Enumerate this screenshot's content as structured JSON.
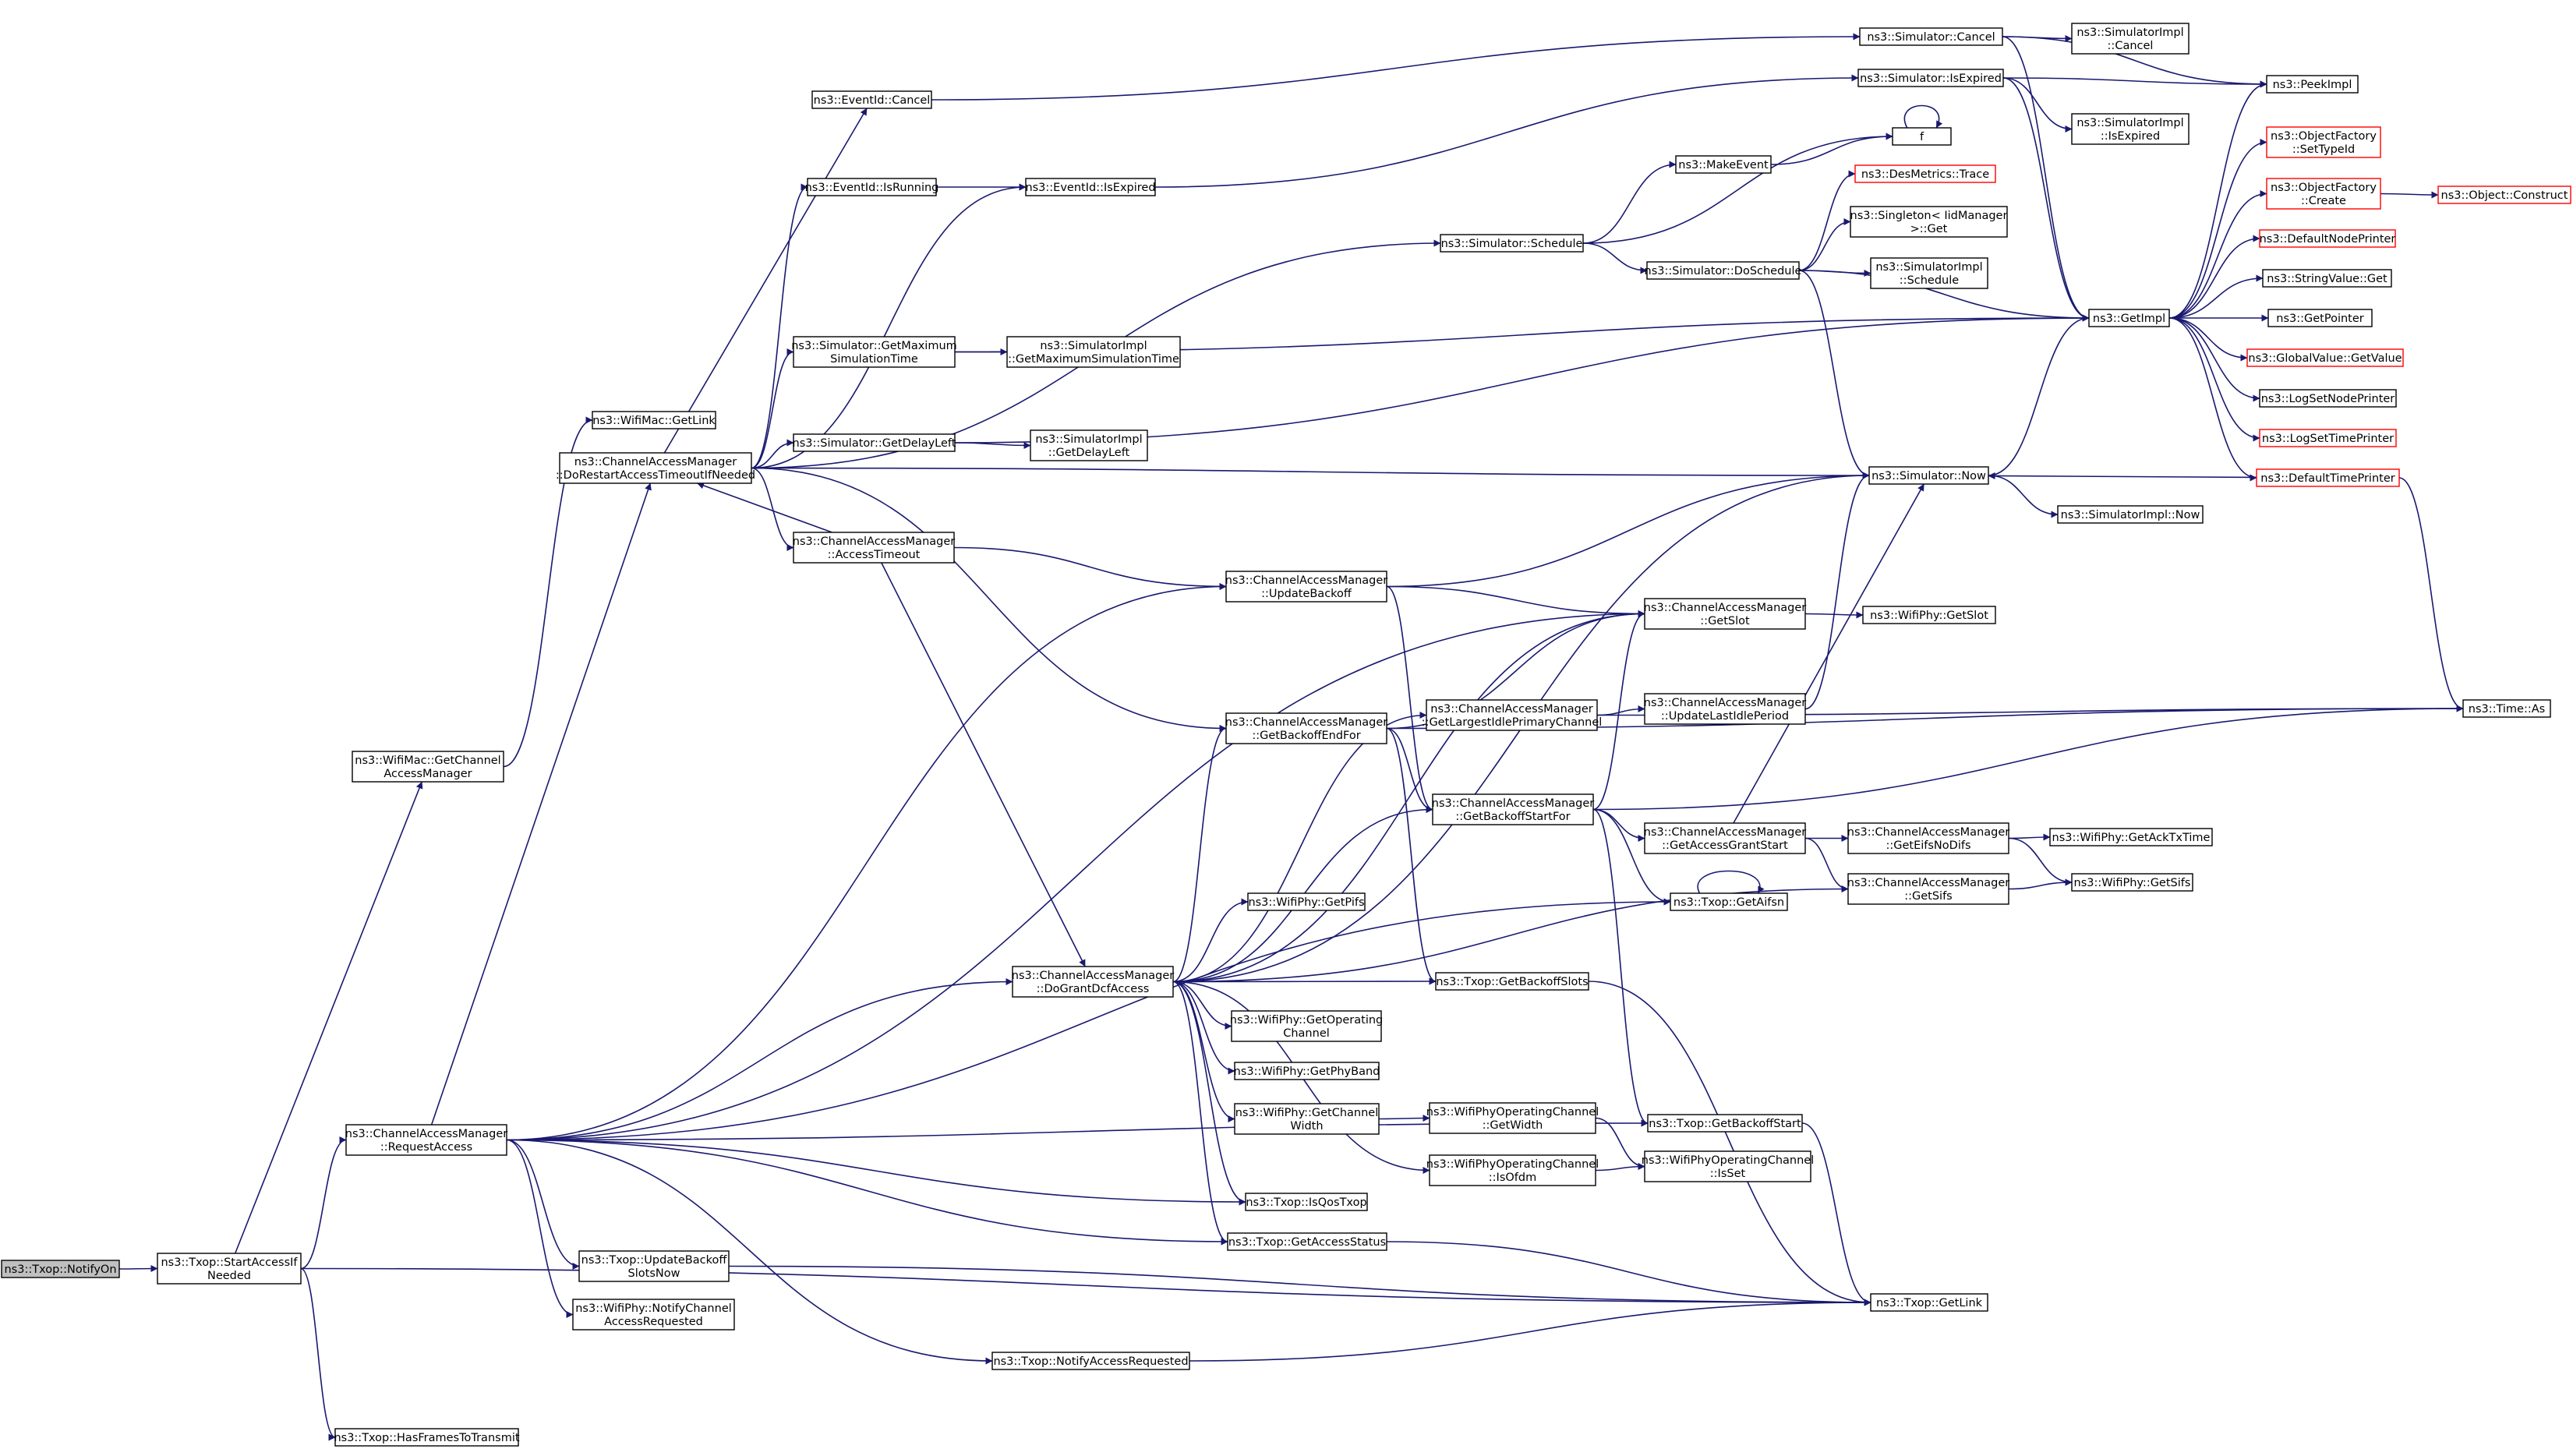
{
  "colors": {
    "edge": "#191970",
    "box_border": "#000000",
    "box_fill": "#ffffff",
    "incomplete_border": "#ff0000",
    "root_fill": "#bfbfbf"
  },
  "nodes": [
    {
      "id": "n_notifyon",
      "name": "node-txop-notifyon",
      "lines": [
        "ns3::Txop::NotifyOn"
      ],
      "style": "root"
    },
    {
      "id": "n_startaccess",
      "name": "node-txop-startaccessifneeded",
      "lines": [
        "ns3::Txop::StartAccessIf",
        "Needed"
      ]
    },
    {
      "id": "n_getchannelaccessmanager",
      "name": "node-wifimac-getchannelaccessmanager",
      "lines": [
        "ns3::WifiMac::GetChannel",
        "AccessManager"
      ]
    },
    {
      "id": "n_requestaccess",
      "name": "node-cam-requestaccess",
      "lines": [
        "ns3::ChannelAccessManager",
        "::RequestAccess"
      ]
    },
    {
      "id": "n_hasframes",
      "name": "node-txop-hasframestotransmit",
      "lines": [
        "ns3::Txop::HasFramesToTransmit"
      ]
    },
    {
      "id": "n_getlinkmac",
      "name": "node-wifimac-getlink",
      "lines": [
        "ns3::WifiMac::GetLink"
      ]
    },
    {
      "id": "n_dorestart",
      "name": "node-cam-dorestartaccesstimeoutifneeded",
      "lines": [
        "ns3::ChannelAccessManager",
        "::DoRestartAccessTimeoutIfNeeded"
      ]
    },
    {
      "id": "n_accesstimeout",
      "name": "node-cam-accesstimeout",
      "lines": [
        "ns3::ChannelAccessManager",
        "::AccessTimeout"
      ]
    },
    {
      "id": "n_dogrant",
      "name": "node-cam-dograntdcfaccess",
      "lines": [
        "ns3::ChannelAccessManager",
        "::DoGrantDcfAccess"
      ]
    },
    {
      "id": "n_updatebackoffslots",
      "name": "node-txop-updatebackoffslotsnow",
      "lines": [
        "ns3::Txop::UpdateBackoff",
        "SlotsNow"
      ]
    },
    {
      "id": "n_notifychannel",
      "name": "node-wifiphy-notifychannelaccessrequested",
      "lines": [
        "ns3::WifiPhy::NotifyChannel",
        "AccessRequested"
      ]
    },
    {
      "id": "n_notifyaccessreq",
      "name": "node-txop-notifyaccessrequested",
      "lines": [
        "ns3::Txop::NotifyAccessRequested"
      ]
    },
    {
      "id": "n_eventcancel",
      "name": "node-eventid-cancel",
      "lines": [
        "ns3::EventId::Cancel"
      ]
    },
    {
      "id": "n_eventisrunning",
      "name": "node-eventid-isrunning",
      "lines": [
        "ns3::EventId::IsRunning"
      ]
    },
    {
      "id": "n_eventisexpired",
      "name": "node-eventid-isexpired",
      "lines": [
        "ns3::EventId::IsExpired"
      ]
    },
    {
      "id": "n_simgetmax",
      "name": "node-simulator-getmaximumsimulationtime",
      "lines": [
        "ns3::Simulator::GetMaximum",
        "SimulationTime"
      ]
    },
    {
      "id": "n_simgetdelay",
      "name": "node-simulator-getdelayleft",
      "lines": [
        "ns3::Simulator::GetDelayLeft"
      ]
    },
    {
      "id": "n_simimplgetmax",
      "name": "node-simulatorimpl-getmaximumsimulationtime",
      "lines": [
        "ns3::SimulatorImpl",
        "::GetMaximumSimulationTime"
      ]
    },
    {
      "id": "n_simimplgetdelay",
      "name": "node-simulatorimpl-getdelayleft",
      "lines": [
        "ns3::SimulatorImpl",
        "::GetDelayLeft"
      ]
    },
    {
      "id": "n_updatebackoff",
      "name": "node-cam-updatebackoff",
      "lines": [
        "ns3::ChannelAccessManager",
        "::UpdateBackoff"
      ]
    },
    {
      "id": "n_getbackoffendfor",
      "name": "node-cam-getbackoffendfor",
      "lines": [
        "ns3::ChannelAccessManager",
        "::GetBackoffEndFor"
      ]
    },
    {
      "id": "n_getpifs",
      "name": "node-wifiphy-getpifs",
      "lines": [
        "ns3::WifiPhy::GetPifs"
      ]
    },
    {
      "id": "n_getoperatingchannel",
      "name": "node-wifiphy-getoperatingchannel",
      "lines": [
        "ns3::WifiPhy::GetOperating",
        "Channel"
      ]
    },
    {
      "id": "n_getphyband",
      "name": "node-wifiphy-getphyband",
      "lines": [
        "ns3::WifiPhy::GetPhyBand"
      ]
    },
    {
      "id": "n_getchannelwidth",
      "name": "node-wifiphy-getchannelwidth",
      "lines": [
        "ns3::WifiPhy::GetChannel",
        "Width"
      ]
    },
    {
      "id": "n_isqostxop",
      "name": "node-txop-isqostxop",
      "lines": [
        "ns3::Txop::IsQosTxop"
      ]
    },
    {
      "id": "n_getaccessstatus",
      "name": "node-txop-getaccessstatus",
      "lines": [
        "ns3::Txop::GetAccessStatus"
      ]
    },
    {
      "id": "n_simschedule",
      "name": "node-simulator-schedule",
      "lines": [
        "ns3::Simulator::Schedule"
      ]
    },
    {
      "id": "n_getlargestidle",
      "name": "node-cam-getlargestidleprimarychannel",
      "lines": [
        "ns3::ChannelAccessManager",
        "::GetLargestIdlePrimaryChannel"
      ]
    },
    {
      "id": "n_getbackoffstartfor",
      "name": "node-cam-getbackoffstartfor",
      "lines": [
        "ns3::ChannelAccessManager",
        "::GetBackoffStartFor"
      ]
    },
    {
      "id": "n_getbackoffslots",
      "name": "node-txop-getbackoffslots",
      "lines": [
        "ns3::Txop::GetBackoffSlots"
      ]
    },
    {
      "id": "n_opchgetwidth",
      "name": "node-wifiphyoperatingchannel-getwidth",
      "lines": [
        "ns3::WifiPhyOperatingChannel",
        "::GetWidth"
      ]
    },
    {
      "id": "n_opchisofdm",
      "name": "node-wifiphyoperatingchannel-isofdm",
      "lines": [
        "ns3::WifiPhyOperatingChannel",
        "::IsOfdm"
      ]
    },
    {
      "id": "n_simcancel",
      "name": "node-simulator-cancel",
      "lines": [
        "ns3::Simulator::Cancel"
      ]
    },
    {
      "id": "n_simisexpired",
      "name": "node-simulator-isexpired",
      "lines": [
        "ns3::Simulator::IsExpired"
      ]
    },
    {
      "id": "n_makeevent",
      "name": "node-makeevent",
      "lines": [
        "ns3::MakeEvent"
      ]
    },
    {
      "id": "n_desmetrics",
      "name": "node-desmetrics-trace",
      "lines": [
        "ns3::DesMetrics::Trace"
      ],
      "style": "incomplete"
    },
    {
      "id": "n_singleton",
      "name": "node-singleton-getidmanager",
      "lines": [
        "ns3::Singleton< IidManager",
        " >::Get"
      ]
    },
    {
      "id": "n_simdoschedule",
      "name": "node-simulator-doschedule",
      "lines": [
        "ns3::Simulator::DoSchedule"
      ]
    },
    {
      "id": "n_simimplschedule",
      "name": "node-simulatorimpl-schedule",
      "lines": [
        "ns3::SimulatorImpl",
        "::Schedule"
      ]
    },
    {
      "id": "n_f",
      "name": "node-f",
      "lines": [
        "f"
      ]
    },
    {
      "id": "n_simnow",
      "name": "node-simulator-now",
      "lines": [
        "ns3::Simulator::Now"
      ]
    },
    {
      "id": "n_simimplnow",
      "name": "node-simulatorimpl-now",
      "lines": [
        "ns3::SimulatorImpl::Now"
      ]
    },
    {
      "id": "n_getslot",
      "name": "node-cam-getslot",
      "lines": [
        "ns3::ChannelAccessManager",
        "::GetSlot"
      ]
    },
    {
      "id": "n_wifiphygetslot",
      "name": "node-wifiphy-getslot",
      "lines": [
        "ns3::WifiPhy::GetSlot"
      ]
    },
    {
      "id": "n_updatelastidle",
      "name": "node-cam-updatelastidleperiod",
      "lines": [
        "ns3::ChannelAccessManager",
        "::UpdateLastIdlePeriod"
      ]
    },
    {
      "id": "n_getaccessgrantstart",
      "name": "node-cam-getaccessgrantstart",
      "lines": [
        "ns3::ChannelAccessManager",
        "::GetAccessGrantStart"
      ]
    },
    {
      "id": "n_getaifsn",
      "name": "node-txop-getaifsn",
      "lines": [
        "ns3::Txop::GetAifsn"
      ]
    },
    {
      "id": "n_geteifsnodifs",
      "name": "node-cam-geteifsnodifs",
      "lines": [
        "ns3::ChannelAccessManager",
        "::GetEifsNoDifs"
      ]
    },
    {
      "id": "n_getsifscam",
      "name": "node-cam-getsifs",
      "lines": [
        "ns3::ChannelAccessManager",
        "::GetSifs"
      ]
    },
    {
      "id": "n_getbackoffstart",
      "name": "node-txop-getbackoffstart",
      "lines": [
        "ns3::Txop::GetBackoffStart"
      ]
    },
    {
      "id": "n_opchisset",
      "name": "node-wifiphyoperatingchannel-isset",
      "lines": [
        "ns3::WifiPhyOperatingChannel",
        "::IsSet"
      ]
    },
    {
      "id": "n_txopgetlink",
      "name": "node-txop-getlink",
      "lines": [
        "ns3::Txop::GetLink"
      ]
    },
    {
      "id": "n_simimplcancel",
      "name": "node-simulatorimpl-cancel",
      "lines": [
        "ns3::SimulatorImpl",
        "::Cancel"
      ]
    },
    {
      "id": "n_simimplisexpired",
      "name": "node-simulatorimpl-isexpired",
      "lines": [
        "ns3::SimulatorImpl",
        "::IsExpired"
      ]
    },
    {
      "id": "n_getimpl",
      "name": "node-getimpl",
      "lines": [
        "ns3::GetImpl"
      ]
    },
    {
      "id": "n_getacktxtime",
      "name": "node-wifiphy-getacktxtime",
      "lines": [
        "ns3::WifiPhy::GetAckTxTime"
      ]
    },
    {
      "id": "n_wifiphygetsifs",
      "name": "node-wifiphy-getsifs",
      "lines": [
        "ns3::WifiPhy::GetSifs"
      ]
    },
    {
      "id": "n_peekimpl",
      "name": "node-peekimpl",
      "lines": [
        "ns3::PeekImpl"
      ]
    },
    {
      "id": "n_ofsettypeid",
      "name": "node-objectfactory-settypeid",
      "lines": [
        "ns3::ObjectFactory",
        "::SetTypeId"
      ],
      "style": "incomplete"
    },
    {
      "id": "n_ofcreate",
      "name": "node-objectfactory-create",
      "lines": [
        "ns3::ObjectFactory",
        "::Create"
      ],
      "style": "incomplete"
    },
    {
      "id": "n_objconstruct",
      "name": "node-object-construct",
      "lines": [
        "ns3::Object::Construct"
      ],
      "style": "incomplete"
    },
    {
      "id": "n_defaultnodeprinter",
      "name": "node-defaultnodeprinter",
      "lines": [
        "ns3::DefaultNodePrinter"
      ],
      "style": "incomplete"
    },
    {
      "id": "n_stringvalueget",
      "name": "node-stringvalue-get",
      "lines": [
        "ns3::StringValue::Get"
      ]
    },
    {
      "id": "n_getpointer",
      "name": "node-getpointer",
      "lines": [
        "ns3::GetPointer"
      ]
    },
    {
      "id": "n_globalvalue",
      "name": "node-globalvalue-getvalue",
      "lines": [
        "ns3::GlobalValue::GetValue"
      ],
      "style": "incomplete"
    },
    {
      "id": "n_logsetnode",
      "name": "node-logsetnodeprinter",
      "lines": [
        "ns3::LogSetNodePrinter"
      ]
    },
    {
      "id": "n_logsettime",
      "name": "node-logsettimeprinter",
      "lines": [
        "ns3::LogSetTimePrinter"
      ],
      "style": "incomplete"
    },
    {
      "id": "n_defaulttimeprinter",
      "name": "node-defaulttimeprinter",
      "lines": [
        "ns3::DefaultTimePrinter"
      ],
      "style": "incomplete"
    },
    {
      "id": "n_timeas",
      "name": "node-time-as",
      "lines": [
        "ns3::Time::As"
      ]
    }
  ],
  "edges": [
    [
      "n_notifyon",
      "n_startaccess"
    ],
    [
      "n_startaccess",
      "n_getchannelaccessmanager"
    ],
    [
      "n_startaccess",
      "n_requestaccess"
    ],
    [
      "n_startaccess",
      "n_hasframes"
    ],
    [
      "n_startaccess",
      "n_txopgetlink"
    ],
    [
      "n_getchannelaccessmanager",
      "n_getlinkmac"
    ],
    [
      "n_requestaccess",
      "n_dorestart"
    ],
    [
      "n_requestaccess",
      "n_dogrant"
    ],
    [
      "n_requestaccess",
      "n_updatebackoff"
    ],
    [
      "n_requestaccess",
      "n_getslot"
    ],
    [
      "n_requestaccess",
      "n_getaifsn"
    ],
    [
      "n_requestaccess",
      "n_getbackoffstart"
    ],
    [
      "n_requestaccess",
      "n_isqostxop"
    ],
    [
      "n_requestaccess",
      "n_getaccessstatus"
    ],
    [
      "n_requestaccess",
      "n_updatebackoffslots"
    ],
    [
      "n_requestaccess",
      "n_notifychannel"
    ],
    [
      "n_requestaccess",
      "n_notifyaccessreq"
    ],
    [
      "n_updatebackoffslots",
      "n_txopgetlink"
    ],
    [
      "n_notifyaccessreq",
      "n_txopgetlink"
    ],
    [
      "n_dorestart",
      "n_eventcancel"
    ],
    [
      "n_dorestart",
      "n_eventisrunning"
    ],
    [
      "n_dorestart",
      "n_eventisexpired"
    ],
    [
      "n_dorestart",
      "n_simschedule"
    ],
    [
      "n_dorestart",
      "n_simgetmax"
    ],
    [
      "n_dorestart",
      "n_simgetdelay"
    ],
    [
      "n_dorestart",
      "n_simnow"
    ],
    [
      "n_dorestart",
      "n_accesstimeout"
    ],
    [
      "n_dorestart",
      "n_getbackoffendfor"
    ],
    [
      "n_accesstimeout",
      "n_dorestart"
    ],
    [
      "n_accesstimeout",
      "n_updatebackoff"
    ],
    [
      "n_accesstimeout",
      "n_dogrant"
    ],
    [
      "n_eventcancel",
      "n_simcancel"
    ],
    [
      "n_eventisrunning",
      "n_eventisexpired"
    ],
    [
      "n_eventisexpired",
      "n_simisexpired"
    ],
    [
      "n_simgetmax",
      "n_simimplgetmax"
    ],
    [
      "n_simgetmax",
      "n_getimpl"
    ],
    [
      "n_simgetdelay",
      "n_simimplgetdelay"
    ],
    [
      "n_simgetdelay",
      "n_getimpl"
    ],
    [
      "n_simschedule",
      "n_makeevent"
    ],
    [
      "n_simschedule",
      "n_simdoschedule"
    ],
    [
      "n_simschedule",
      "n_f"
    ],
    [
      "n_makeevent",
      "n_f"
    ],
    [
      "n_f",
      "n_f"
    ],
    [
      "n_simdoschedule",
      "n_desmetrics"
    ],
    [
      "n_simdoschedule",
      "n_singleton"
    ],
    [
      "n_simdoschedule",
      "n_simimplschedule"
    ],
    [
      "n_simdoschedule",
      "n_getimpl"
    ],
    [
      "n_simdoschedule",
      "n_simnow"
    ],
    [
      "n_simcancel",
      "n_simimplcancel"
    ],
    [
      "n_simcancel",
      "n_peekimpl"
    ],
    [
      "n_simcancel",
      "n_getimpl"
    ],
    [
      "n_simisexpired",
      "n_simimplisexpired"
    ],
    [
      "n_simisexpired",
      "n_peekimpl"
    ],
    [
      "n_simisexpired",
      "n_getimpl"
    ],
    [
      "n_getimpl",
      "n_peekimpl"
    ],
    [
      "n_getimpl",
      "n_ofsettypeid"
    ],
    [
      "n_getimpl",
      "n_ofcreate"
    ],
    [
      "n_getimpl",
      "n_defaultnodeprinter"
    ],
    [
      "n_getimpl",
      "n_stringvalueget"
    ],
    [
      "n_getimpl",
      "n_getpointer"
    ],
    [
      "n_getimpl",
      "n_globalvalue"
    ],
    [
      "n_getimpl",
      "n_logsetnode"
    ],
    [
      "n_getimpl",
      "n_logsettime"
    ],
    [
      "n_getimpl",
      "n_defaulttimeprinter"
    ],
    [
      "n_ofcreate",
      "n_objconstruct"
    ],
    [
      "n_defaulttimeprinter",
      "n_simnow"
    ],
    [
      "n_defaulttimeprinter",
      "n_timeas"
    ],
    [
      "n_simnow",
      "n_getimpl"
    ],
    [
      "n_simnow",
      "n_simimplnow"
    ],
    [
      "n_updatebackoff",
      "n_simnow"
    ],
    [
      "n_updatebackoff",
      "n_getslot"
    ],
    [
      "n_updatebackoff",
      "n_getbackoffstartfor"
    ],
    [
      "n_getslot",
      "n_wifiphygetslot"
    ],
    [
      "n_getbackoffendfor",
      "n_getslot"
    ],
    [
      "n_getbackoffendfor",
      "n_getbackoffstartfor"
    ],
    [
      "n_getbackoffendfor",
      "n_getbackoffslots"
    ],
    [
      "n_getbackoffendfor",
      "n_timeas"
    ],
    [
      "n_getlargestidle",
      "n_updatelastidle"
    ],
    [
      "n_getlargestidle",
      "n_timeas"
    ],
    [
      "n_updatelastidle",
      "n_simnow"
    ],
    [
      "n_getbackoffstartfor",
      "n_getslot"
    ],
    [
      "n_getbackoffstartfor",
      "n_getaccessgrantstart"
    ],
    [
      "n_getbackoffstartfor",
      "n_getaifsn"
    ],
    [
      "n_getbackoffstartfor",
      "n_getbackoffstart"
    ],
    [
      "n_getbackoffstartfor",
      "n_timeas"
    ],
    [
      "n_getaccessgrantstart",
      "n_simnow"
    ],
    [
      "n_getaccessgrantstart",
      "n_geteifsnodifs"
    ],
    [
      "n_getaccessgrantstart",
      "n_getsifscam"
    ],
    [
      "n_geteifsnodifs",
      "n_getacktxtime"
    ],
    [
      "n_geteifsnodifs",
      "n_wifiphygetsifs"
    ],
    [
      "n_getsifscam",
      "n_wifiphygetsifs"
    ],
    [
      "n_getaifsn",
      "n_getaifsn"
    ],
    [
      "n_dogrant",
      "n_simnow"
    ],
    [
      "n_dogrant",
      "n_getslot"
    ],
    [
      "n_dogrant",
      "n_getbackoffendfor"
    ],
    [
      "n_dogrant",
      "n_getlargestidle"
    ],
    [
      "n_dogrant",
      "n_getbackoffstartfor"
    ],
    [
      "n_dogrant",
      "n_getpifs"
    ],
    [
      "n_dogrant",
      "n_getsifscam"
    ],
    [
      "n_dogrant",
      "n_getbackoffslots"
    ],
    [
      "n_dogrant",
      "n_getoperatingchannel"
    ],
    [
      "n_dogrant",
      "n_getphyband"
    ],
    [
      "n_dogrant",
      "n_getchannelwidth"
    ],
    [
      "n_dogrant",
      "n_opchisofdm"
    ],
    [
      "n_dogrant",
      "n_isqostxop"
    ],
    [
      "n_dogrant",
      "n_getaccessstatus"
    ],
    [
      "n_getchannelwidth",
      "n_opchgetwidth"
    ],
    [
      "n_opchgetwidth",
      "n_opchisset"
    ],
    [
      "n_opchisofdm",
      "n_opchisset"
    ],
    [
      "n_getbackoffslots",
      "n_txopgetlink"
    ],
    [
      "n_getbackoffstart",
      "n_txopgetlink"
    ],
    [
      "n_getaccessstatus",
      "n_txopgetlink"
    ]
  ]
}
